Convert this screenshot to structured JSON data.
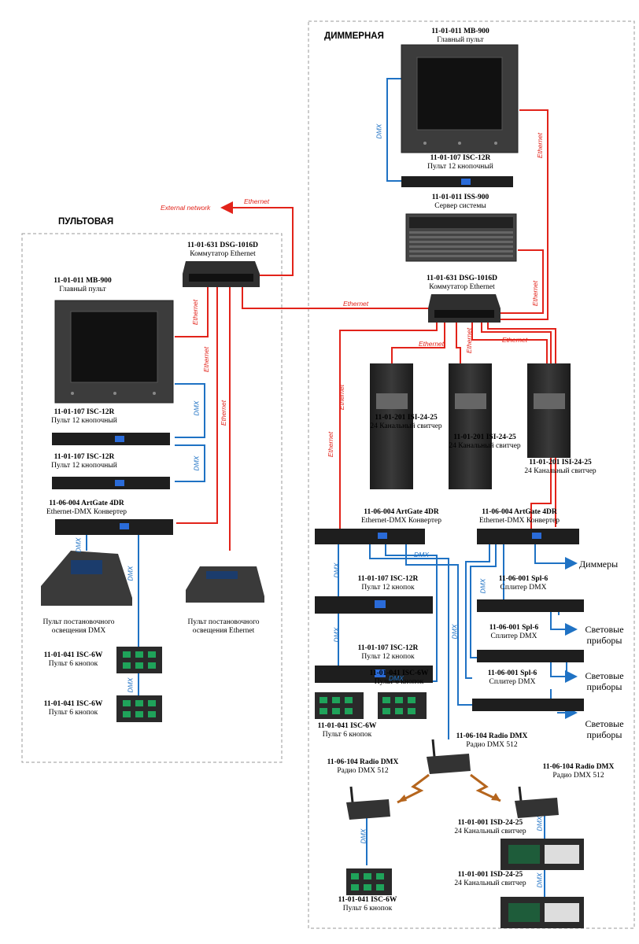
{
  "zones": {
    "dimmer_room": "ДИММЕРНАЯ",
    "control_room": "ПУЛЬТОВАЯ"
  },
  "link_labels": {
    "ethernet": "Ethernet",
    "dmx": "DMX",
    "external_network": "External network"
  },
  "devices": {
    "mb900_dimmer": {
      "code": "11-01-011   MB-900",
      "desc": "Главный пульт"
    },
    "isc12r_dimmer": {
      "code": "11-01-107   ISC-12R",
      "desc": "Пульт 12 кнопочный"
    },
    "iss900": {
      "code": "11-01-011 ISS-900",
      "desc": "Сервер системы"
    },
    "dsg_dimmer": {
      "code": "11-01-631 DSG-1016D",
      "desc": "Коммутатор Ethernet"
    },
    "isi_1": {
      "code": "11-01-201   ISI-24-25",
      "desc": "24 Канальный свитчер"
    },
    "isi_2": {
      "code": "11-01-201   ISI-24-25",
      "desc": "24 Канальный свитчер"
    },
    "isi_3": {
      "code": "11-01-201   ISI-24-25",
      "desc": "24 Канальный свитчер"
    },
    "dsg_control": {
      "code": "11-01-631 DSG-1016D",
      "desc": "Коммутатор Ethernet"
    },
    "mb900_control": {
      "code": "11-01-011   MB-900",
      "desc": "Главный пульт"
    },
    "isc12r_c1": {
      "code": "11-01-107   ISC-12R",
      "desc": "Пульт 12 кнопочный"
    },
    "isc12r_c2": {
      "code": "11-01-107   ISC-12R",
      "desc": "Пульт 12 кнопочный"
    },
    "artgate_control": {
      "code": "11-06-004  ArtGate 4DR",
      "desc": "Ethernet-DMX Конвертер"
    },
    "console_dmx": {
      "desc": "Пульт постановочного освещения DMX"
    },
    "console_eth": {
      "desc": "Пульт постановочного освещения Ethernet"
    },
    "isc6w_c1": {
      "code": "11-01-041  ISC-6W",
      "desc": "Пульт 6 кнопок"
    },
    "isc6w_c2": {
      "code": "11-01-041  ISC-6W",
      "desc": "Пульт 6 кнопок"
    },
    "artgate_d1": {
      "code": "11-06-004  ArtGate 4DR",
      "desc": "Ethernet-DMX Конвертер"
    },
    "artgate_d2": {
      "code": "11-06-004  ArtGate 4DR",
      "desc": "Ethernet-DMX Конвертер"
    },
    "isc12r_d1": {
      "code": "11-01-107   ISC-12R",
      "desc": "Пульт 12 кнопок"
    },
    "isc12r_d2": {
      "code": "11-01-107   ISC-12R",
      "desc": "Пульт 12 кнопок"
    },
    "isc6w_d1": {
      "code": "11-01-041  ISC-6W",
      "desc": "Пульт 6 кнопок"
    },
    "isc6w_d2": {
      "code": "11-01-041  ISC-6W",
      "desc": "Пульт 6 кнопок"
    },
    "isc6w_d3": {
      "code": "11-01-041  ISC-6W",
      "desc": "Пульт 6 кнопок"
    },
    "spl6_1": {
      "code": "11-06-001 Spl-6",
      "desc": "Сплитер DMX"
    },
    "spl6_2": {
      "code": "11-06-001 Spl-6",
      "desc": "Сплитер DMX"
    },
    "spl6_3": {
      "code": "11-06-001 Spl-6",
      "desc": "Сплитер DMX"
    },
    "radio_center": {
      "code": "11-06-104 Radio DMX",
      "desc": "Радио DMX 512"
    },
    "radio_left": {
      "code": "11-06-104 Radio DMX",
      "desc": "Радио DMX 512"
    },
    "radio_right": {
      "code": "11-06-104 Radio DMX",
      "desc": "Радио DMX 512"
    },
    "isd_1": {
      "code": "11-01-001   ISD-24-25",
      "desc": "24 Канальный свитчер"
    },
    "isd_2": {
      "code": "11-01-001   ISD-24-25",
      "desc": "24 Канальный свитчер"
    }
  },
  "outputs": {
    "dimmers": "Диммеры",
    "fixtures_1": "Световые приборы",
    "fixtures_2": "Световые приборы",
    "fixtures_3": "Световые приборы"
  },
  "colors": {
    "ethernet": "#e2231a",
    "dmx": "#1f72c4",
    "radio": "#b5651d",
    "device_dark": "#2b2b2b"
  }
}
